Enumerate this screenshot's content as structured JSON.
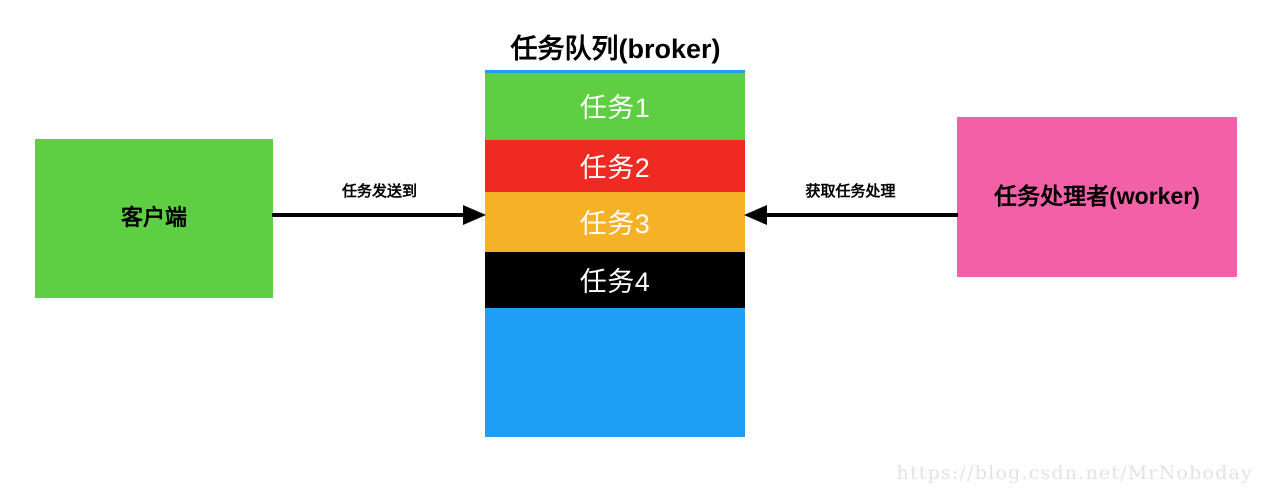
{
  "diagram": {
    "title": "任务队列(broker)",
    "background_color": "#ffffff"
  },
  "client": {
    "label": "客户端",
    "color": "#5ECE42",
    "text_color": "#000000"
  },
  "worker": {
    "label": "任务处理者(worker)",
    "color": "#F260A8",
    "text_color": "#000000"
  },
  "broker": {
    "cap_color": "#1F9EF5",
    "slots": [
      {
        "label": "任务1",
        "color": "#5ECE42",
        "text_color": "#ffffff",
        "height": 67
      },
      {
        "label": "任务2",
        "color": "#EE2A22",
        "text_color": "#ffffff",
        "height": 52
      },
      {
        "label": "任务3",
        "color": "#F5B227",
        "text_color": "#ffffff",
        "height": 60
      },
      {
        "label": "任务4",
        "color": "#000000",
        "text_color": "#ffffff",
        "height": 56
      },
      {
        "label": "",
        "color": "#1F9EF5",
        "text_color": "#ffffff",
        "height": 129
      }
    ]
  },
  "arrows": [
    {
      "name": "client-to-broker",
      "label": "任务发送到",
      "direction": "right",
      "color": "#000000"
    },
    {
      "name": "worker-to-broker",
      "label": "获取任务处理",
      "direction": "left",
      "color": "#000000"
    }
  ],
  "watermark": {
    "text": "https://blog.csdn.net/MrNoboday",
    "color": "#e3e3e3"
  }
}
